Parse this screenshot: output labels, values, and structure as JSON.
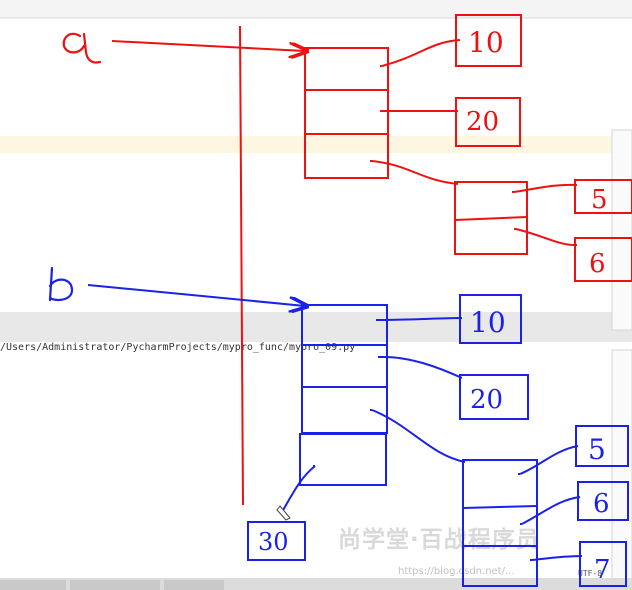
{
  "file_path": "/Users/Administrator/PycharmProjects/mypro_func/mypro_09.py",
  "status": {
    "encoding": "UTF-8"
  },
  "watermark": {
    "text": "尚学堂·百战程序员",
    "url": "https://blog.csdn.net/..."
  },
  "colors": {
    "red": "#ee1111",
    "blue": "#1a22e8",
    "editor_highlight": "#fdf6e0",
    "panel_gray": "#e8e8e8"
  },
  "diagram": {
    "var_a": "a",
    "var_b": "b",
    "a_values": [
      "10",
      "20",
      "5",
      "6"
    ],
    "b_values": [
      "10",
      "20",
      "5",
      "6",
      "30",
      "7"
    ]
  }
}
